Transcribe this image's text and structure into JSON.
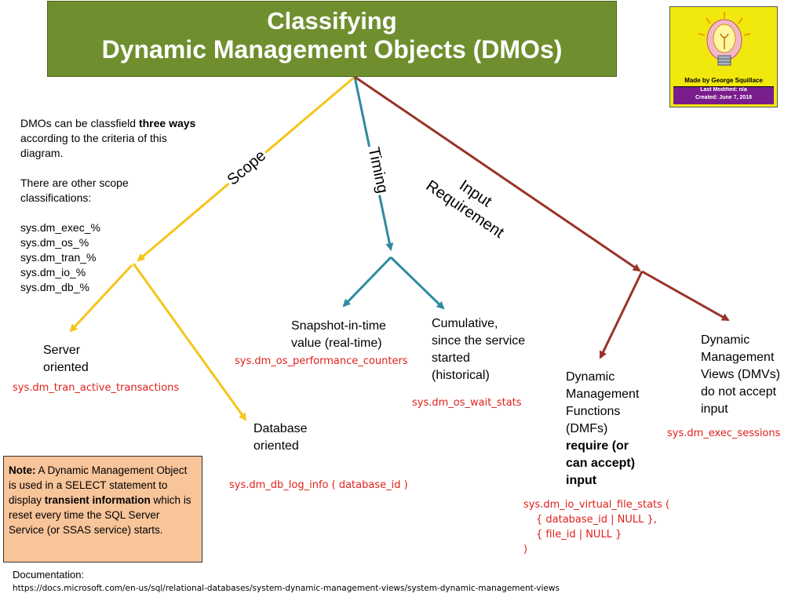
{
  "title": {
    "line1": "Classifying",
    "line2": "Dynamic Management Objects (DMOs)"
  },
  "badge": {
    "made_by": "Made by George Squillace",
    "last_modified": "Last Modified: n/a",
    "created": "Created: June 7, 2018",
    "icon": "lightbulb-icon"
  },
  "intro": {
    "line1_pre": "DMOs can be classfield ",
    "line1_bold": "three ways",
    "line2": "according to the criteria of this",
    "line3": "diagram.",
    "other_line1": "There are other scope",
    "other_line2": "classifications:",
    "prefixes": [
      "sys.dm_exec_%",
      "sys.dm_os_%",
      "sys.dm_tran_%",
      "sys.dm_io_%",
      "sys.dm_db_%"
    ]
  },
  "branches": {
    "scope": "Scope",
    "timing": "Timing",
    "input_line1": "Input",
    "input_line2": "Requirement"
  },
  "nodes": {
    "server": {
      "line1": "Server",
      "line2": "oriented",
      "example": "sys.dm_tran_active_transactions"
    },
    "database": {
      "line1": "Database",
      "line2": "oriented",
      "example": "sys.dm_db_log_info ( database_id )"
    },
    "snapshot": {
      "line1": "Snapshot-in-time",
      "line2": "value (real-time)",
      "example": "sys.dm_os_performance_counters"
    },
    "cumulative": {
      "line1": "Cumulative,",
      "line2": "since the service",
      "line3": "started",
      "line4": "(historical)",
      "example": "sys.dm_os_wait_stats"
    },
    "dmf": {
      "line1": "Dynamic",
      "line2": "Management",
      "line3": "Functions",
      "line4": "(DMFs)",
      "bold1": "require (or",
      "bold2": "can accept)",
      "bold3": "input",
      "example": [
        "sys.dm_io_virtual_file_stats (",
        "{ database_id | NULL },",
        "{ file_id | NULL }",
        ")"
      ]
    },
    "dmv": {
      "line1": "Dynamic",
      "line2": "Management",
      "line3": "Views (DMVs)",
      "line4": "do not accept",
      "line5": "input",
      "example": "sys.dm_exec_sessions"
    }
  },
  "note": {
    "label": "Note:",
    "text1": "  A Dynamic Management Object is used in a SELECT statement to display ",
    "bold": "transient information",
    "text2": " which is reset every time the SQL Server Service (or SSAS service) starts."
  },
  "documentation": {
    "label": "Documentation:",
    "url": "https://docs.microsoft.com/en-us/sql/relational-databases/system-dynamic-management-views/system-dynamic-management-views"
  },
  "colors": {
    "title_bg": "#6f8f2f",
    "scope": "#f5c518",
    "timing": "#2e8aa0",
    "input": "#9a3328",
    "example": "#e0201c",
    "note_bg": "#f8c49a",
    "badge_bg": "#f1e90d",
    "badge_bar": "#7a1d8c"
  }
}
